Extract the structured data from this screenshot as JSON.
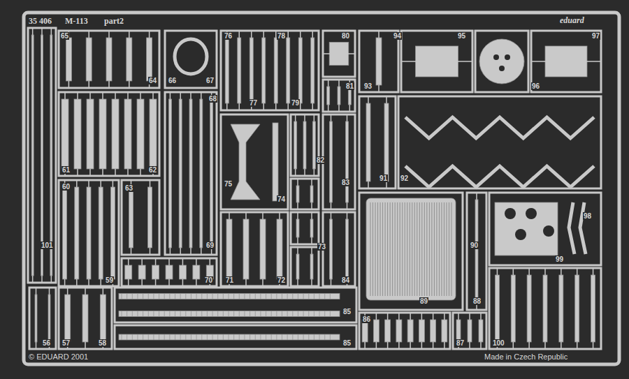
{
  "diagram": {
    "labels": [
      "35 406",
      "M-113",
      "part2",
      "eduard",
      "65",
      "64",
      "66",
      "67",
      "76",
      "78",
      "77",
      "79",
      "80",
      "81",
      "94",
      "95",
      "97",
      "93",
      "96",
      "61",
      "62",
      "68",
      "75",
      "74",
      "82",
      "83",
      "91",
      "92",
      "60",
      "63",
      "101",
      "90",
      "98",
      "99",
      "69",
      "59",
      "70",
      "71",
      "72",
      "73",
      "84",
      "89",
      "88",
      "85",
      "86",
      "85",
      "56",
      "57",
      "58",
      "87",
      "100",
      "© EDUARD 2001",
      "Made in Czech Republic"
    ]
  }
}
